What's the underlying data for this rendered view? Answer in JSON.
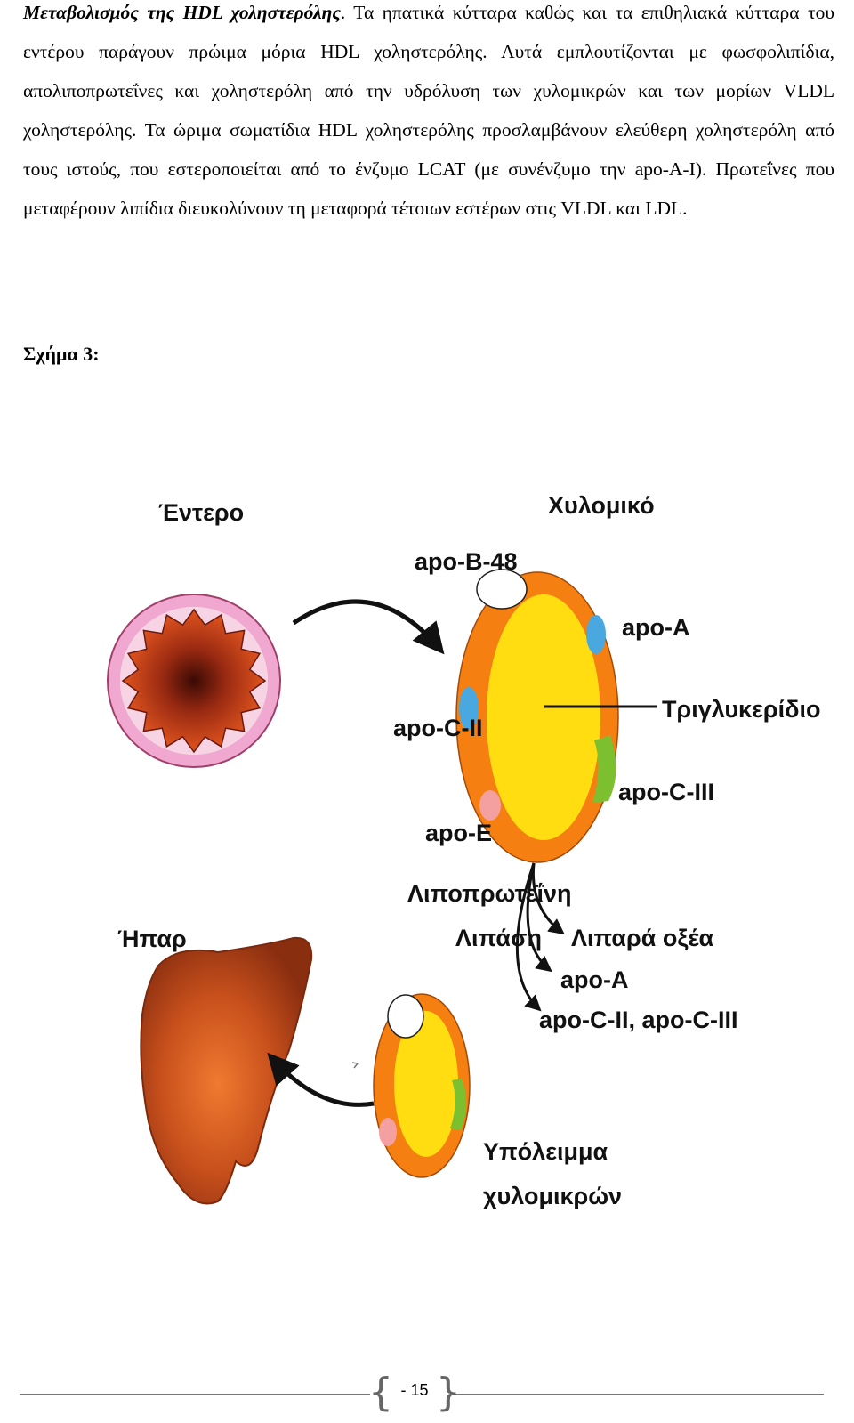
{
  "paragraph": {
    "lead": "Μεταβολισμός της HDL χοληστερόλης",
    "body": ". Τα ηπατικά κύτταρα καθώς και τα επιθηλιακά κύτταρα του εντέρου παράγουν πρώιμα μόρια HDL χοληστερόλης. Αυτά εμπλουτίζονται με φωσφολιπίδια, απολιποπρωτεΐνες και χοληστερόλη από την υδρόλυση των χυλομικρών και των μορίων VLDL χοληστερόλης. Τα ώριμα σωματίδια HDL χοληστερόλης προσλαμβάνουν ελεύθερη χοληστερόλη από τους ιστούς, που εστεροποιείται από το ένζυμο LCAT (με συνένζυμο την apo-A-I). Πρωτεΐνες που μεταφέρουν λιπίδια διευκολύνουν τη μεταφορά τέτοιων εστέρων στις VLDL και LDL."
  },
  "figure": {
    "label": "Σχήμα 3:",
    "labels": {
      "intestine": "Έντερο",
      "chylomicron": "Χυλομικό",
      "apo_b48": "apo-B-48",
      "apo_a": "apo-A",
      "triglyceride": "Τριγλυκερίδιο",
      "apo_c2": "apo-C-II",
      "apo_c3": "apo-C-III",
      "apo_e": "apo-E",
      "lipase_1": "Λιποπρωτεΐνη",
      "lipase_2": "Λιπάση",
      "fatty_acids": "Λιπαρά οξέα",
      "apo_a_released": "apo-A",
      "apo_c_released": "apo-C-II, apo-C-III",
      "liver": "Ήπαρ",
      "remnant_1": "Υπόλειμμα",
      "remnant_2": "χυλομικρών"
    },
    "colors": {
      "intestine_ring": "#f0a8d0",
      "intestine_wall": "#e05020",
      "intestine_lumen": "#6a1a10",
      "chylomicron_shell": "#f57f10",
      "chylomicron_core": "#ffdd10",
      "apo_b48": "#ffffff",
      "apo_a": "#4aa8e0",
      "apo_c3": "#7cc030",
      "apo_e": "#f5a0a0",
      "liver": "#b84418"
    }
  },
  "footer": {
    "page_number": "- 15"
  }
}
